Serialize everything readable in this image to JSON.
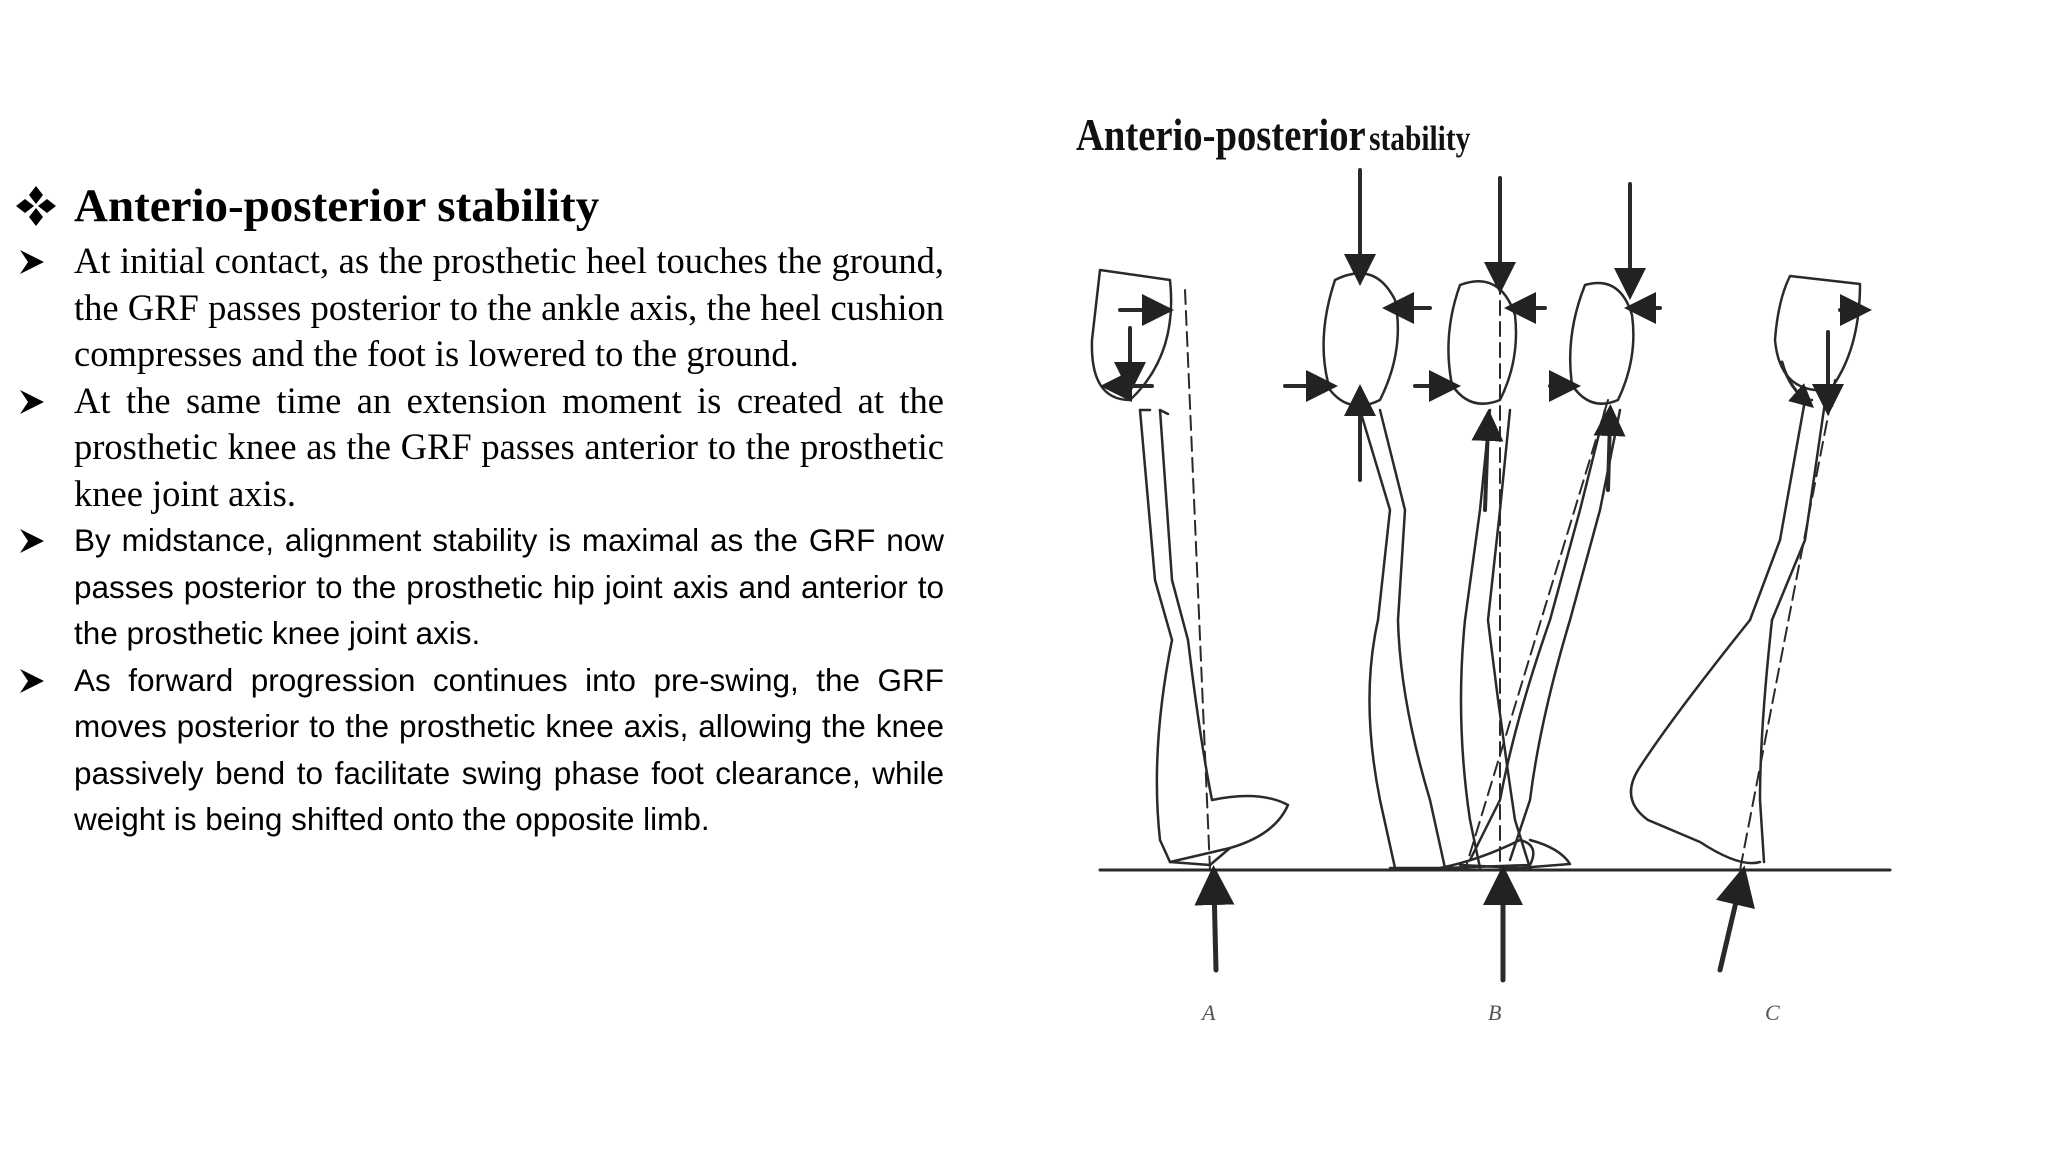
{
  "slide": {
    "heading": "Anterio-posterior stability",
    "bullets": [
      {
        "text": "At initial contact, as the prosthetic heel touches the ground, the GRF passes posterior to the ankle axis, the heel cushion compresses and the foot is lowered to the ground.",
        "font": "serif"
      },
      {
        "text": "At the same time an extension moment is created at the prosthetic knee as the GRF passes anterior to the prosthetic knee joint axis.",
        "font": "serif"
      },
      {
        "text": "By midstance, alignment stability is maximal as the GRF now passes posterior to the prosthetic hip joint axis and anterior to the prosthetic knee joint axis.",
        "font": "sans"
      },
      {
        "text": "As forward progression continues into pre-swing, the GRF moves posterior to the prosthetic knee axis, allowing the knee passively bend to facilitate swing phase foot clearance, while weight is being shifted onto the opposite limb.",
        "font": "sans"
      }
    ]
  },
  "figure": {
    "title_main": "Anterio-posterior",
    "title_rest": "stability",
    "labels": {
      "a": "A",
      "b": "B",
      "c": "C"
    },
    "line_color": "#2a2a2a"
  },
  "icons": {
    "heading_bullet": "four-diamond-icon",
    "list_bullet": "arrowhead-icon"
  }
}
